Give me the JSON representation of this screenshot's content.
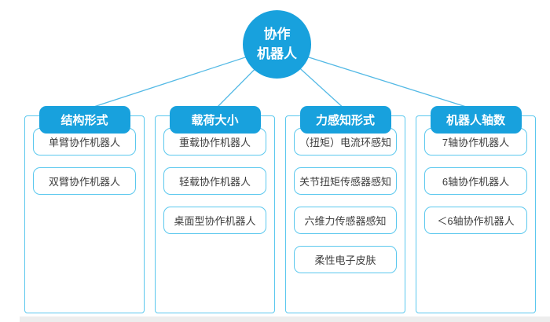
{
  "root": {
    "label_line1": "协作",
    "label_line2": "机器人"
  },
  "columns": [
    {
      "header": "结构形式",
      "items": [
        "单臂协作机器人",
        "双臂协作机器人"
      ]
    },
    {
      "header": "载荷大小",
      "items": [
        "重载协作机器人",
        "轻载协作机器人",
        "桌面型协作机器人"
      ]
    },
    {
      "header": "力感知形式",
      "items": [
        "（扭矩）电流环感知",
        "关节扭矩传感器感知",
        "六维力传感器感知",
        "柔性电子皮肤"
      ]
    },
    {
      "header": "机器人轴数",
      "items": [
        "7轴协作机器人",
        "6轴协作机器人",
        "＜6轴协作机器人"
      ]
    }
  ],
  "colors": {
    "node_fill": "#18a1dd",
    "box_border": "#5bc8ee",
    "connector_line": "#53b9e5",
    "leaf_text": "#3d3d3d"
  }
}
